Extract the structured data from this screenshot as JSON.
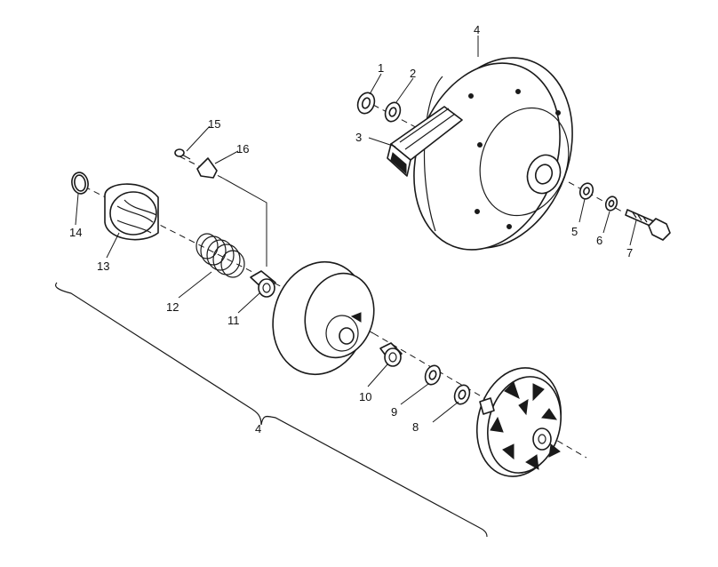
{
  "callouts": {
    "c1": "1",
    "c2": "2",
    "c3": "3",
    "c4_top": "4",
    "c5": "5",
    "c6": "6",
    "c7": "7",
    "c8": "8",
    "c9": "9",
    "c10": "10",
    "c11": "11",
    "c12": "12",
    "c13": "13",
    "c14": "14",
    "c15": "15",
    "c16": "16",
    "c4_bracket": "4"
  }
}
